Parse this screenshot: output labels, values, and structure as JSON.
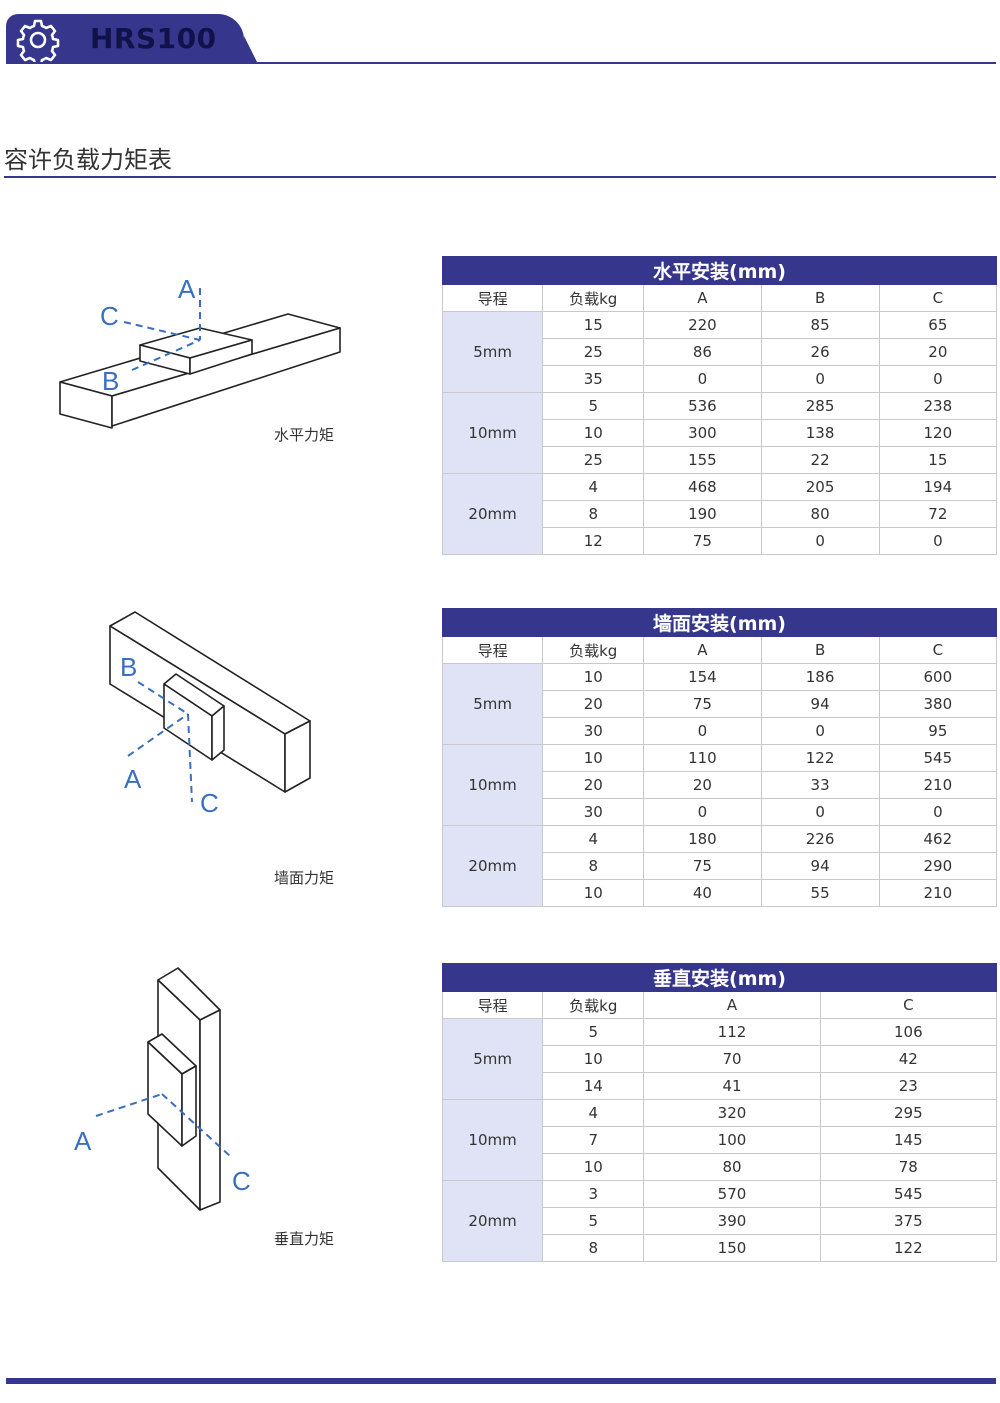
{
  "header": {
    "title": "HRS100",
    "icon": "gear-icon"
  },
  "section": {
    "title": "容许负载力矩表"
  },
  "diagrams": [
    {
      "caption": "水平力矩",
      "labels": [
        "A",
        "B",
        "C"
      ]
    },
    {
      "caption": "墙面力矩",
      "labels": [
        "A",
        "B",
        "C"
      ]
    },
    {
      "caption": "垂直力矩",
      "labels": [
        "A",
        "C"
      ]
    }
  ],
  "tables": [
    {
      "title": "水平安装(mm)",
      "columns": [
        "导程",
        "负载kg",
        "A",
        "B",
        "C"
      ],
      "groups": [
        {
          "lead": "5mm",
          "rows": [
            [
              "15",
              "220",
              "85",
              "65"
            ],
            [
              "25",
              "86",
              "26",
              "20"
            ],
            [
              "35",
              "0",
              "0",
              "0"
            ]
          ]
        },
        {
          "lead": "10mm",
          "rows": [
            [
              "5",
              "536",
              "285",
              "238"
            ],
            [
              "10",
              "300",
              "138",
              "120"
            ],
            [
              "25",
              "155",
              "22",
              "15"
            ]
          ]
        },
        {
          "lead": "20mm",
          "rows": [
            [
              "4",
              "468",
              "205",
              "194"
            ],
            [
              "8",
              "190",
              "80",
              "72"
            ],
            [
              "12",
              "75",
              "0",
              "0"
            ]
          ]
        }
      ]
    },
    {
      "title": "墙面安装(mm)",
      "columns": [
        "导程",
        "负载kg",
        "A",
        "B",
        "C"
      ],
      "groups": [
        {
          "lead": "5mm",
          "rows": [
            [
              "10",
              "154",
              "186",
              "600"
            ],
            [
              "20",
              "75",
              "94",
              "380"
            ],
            [
              "30",
              "0",
              "0",
              "95"
            ]
          ]
        },
        {
          "lead": "10mm",
          "rows": [
            [
              "10",
              "110",
              "122",
              "545"
            ],
            [
              "20",
              "20",
              "33",
              "210"
            ],
            [
              "30",
              "0",
              "0",
              "0"
            ]
          ]
        },
        {
          "lead": "20mm",
          "rows": [
            [
              "4",
              "180",
              "226",
              "462"
            ],
            [
              "8",
              "75",
              "94",
              "290"
            ],
            [
              "10",
              "40",
              "55",
              "210"
            ]
          ]
        }
      ]
    },
    {
      "title": "垂直安装(mm)",
      "columns": [
        "导程",
        "负载kg",
        "A",
        "C"
      ],
      "groups": [
        {
          "lead": "5mm",
          "rows": [
            [
              "5",
              "112",
              "106"
            ],
            [
              "10",
              "70",
              "42"
            ],
            [
              "14",
              "41",
              "23"
            ]
          ]
        },
        {
          "lead": "10mm",
          "rows": [
            [
              "4",
              "320",
              "295"
            ],
            [
              "7",
              "100",
              "145"
            ],
            [
              "10",
              "80",
              "78"
            ]
          ]
        },
        {
          "lead": "20mm",
          "rows": [
            [
              "3",
              "570",
              "545"
            ],
            [
              "5",
              "390",
              "375"
            ],
            [
              "8",
              "150",
              "122"
            ]
          ]
        }
      ]
    }
  ],
  "colors": {
    "brand": "#35368c",
    "group_bg": "#dfe3f5",
    "axis_blue": "#3a6fbf"
  }
}
